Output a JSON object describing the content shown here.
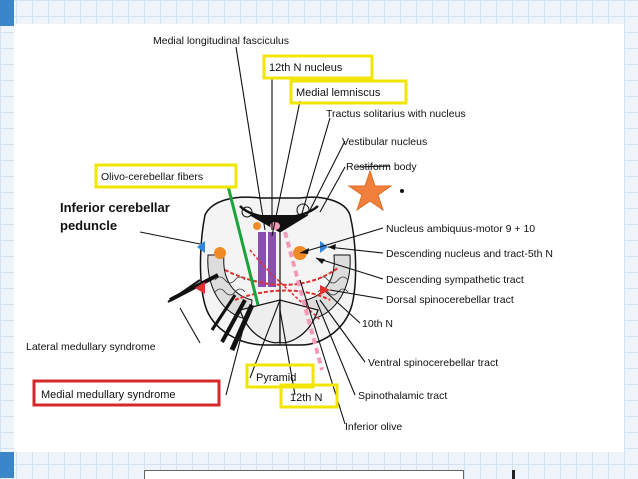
{
  "labels": {
    "medial_longitudinal_fasciculus": "Medial longitudinal fasciculus",
    "twelfth_n_nucleus": "12th N nucleus",
    "medial_lemniscus": "Medial lemniscus",
    "tractus_solitarius": "Tractus solitarius with nucleus",
    "vestibular_nucleus": "Vestibular nucleus",
    "restiform_body": "Restiform body",
    "olivo_cerebellar_fibers": "Olivo-cerebellar fibers",
    "inferior_cerebellar_peduncle_line1": "Inferior cerebellar",
    "inferior_cerebellar_peduncle_line2": "peduncle",
    "nucleus_ambiguus": "Nucleus ambiquus-motor 9 + 10",
    "descending_nucleus_5th": "Descending nucleus and tract-5th N",
    "descending_sympathetic": "Descending sympathetic tract",
    "dorsal_spinocerebellar": "Dorsal spinocerebellar tract",
    "tenth_n": "10th N",
    "lateral_medullary_syndrome": "Lateral medullary syndrome",
    "ventral_spinocerebellar": "Ventral spinocerebellar tract",
    "pyramid": "Pyramid",
    "twelfth_n": "12th N",
    "spinothalamic_tract": "Spinothalamic tract",
    "medial_medullary_syndrome": "Medial medullary syndrome",
    "inferior_olive": "Inferior olive"
  },
  "colors": {
    "highlight_box": "#f2e600",
    "red_box": "#d62828",
    "green_line": "#1aa33a",
    "orange_nucleus": "#f08a24",
    "blue_nucleus": "#2e86de",
    "red_tract": "#e03030",
    "purple_lemniscus": "#8a4fb0",
    "pink_nerve": "#f39ab8",
    "star": "#f0803c",
    "accent": "#3a86c8"
  },
  "icons": {
    "star": "star-icon"
  }
}
